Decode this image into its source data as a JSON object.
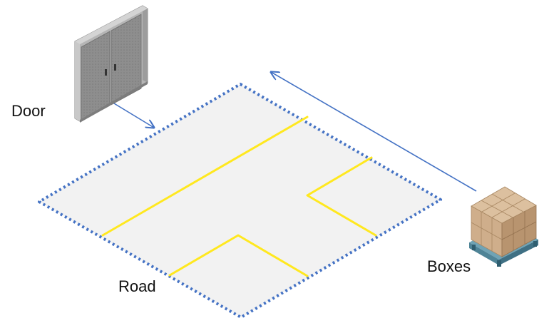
{
  "labels": {
    "door": "Door",
    "road": "Road",
    "boxes": "Boxes"
  },
  "colors": {
    "floor": "#f2f2f2",
    "floor_border": "#4472c4",
    "road_lines": "#ffe81f",
    "arrows": "#4472c4",
    "door_frame": "#a9a9a9",
    "door_panel": "#8c8c8c",
    "box": "#c8a47e",
    "pallet": "#5a8ea0"
  },
  "icons": {
    "door": "double-door-icon",
    "boxes": "pallet-boxes-icon"
  }
}
